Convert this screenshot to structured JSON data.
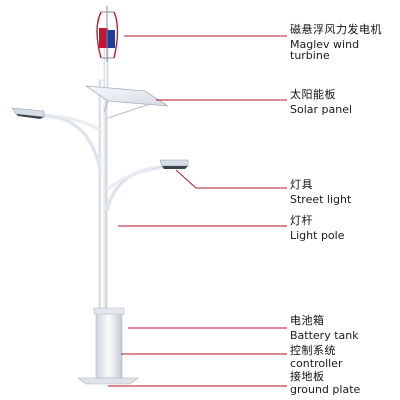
{
  "labels": [
    {
      "zh": "磁悬浮风力发电机",
      "en": "Maglev wind turbine"
    },
    {
      "zh": "太阳能板",
      "en": "Solar panel"
    },
    {
      "zh": "灯具",
      "en": "Street light"
    },
    {
      "zh": "灯杆",
      "en": "Light pole"
    },
    {
      "zh": "电池箱",
      "en": "Battery tank"
    },
    {
      "zh": "控制系统",
      "en": "controller"
    },
    {
      "zh": "接地板",
      "en": "ground plate"
    }
  ],
  "colors": {
    "leader_line": "#b3122a",
    "pole": "#f4f6f9",
    "pole_edge": "#c9cfd8",
    "panel": "#e9eef6",
    "turbine_red": "#d2112b",
    "turbine_blue": "#1f3f9a"
  }
}
